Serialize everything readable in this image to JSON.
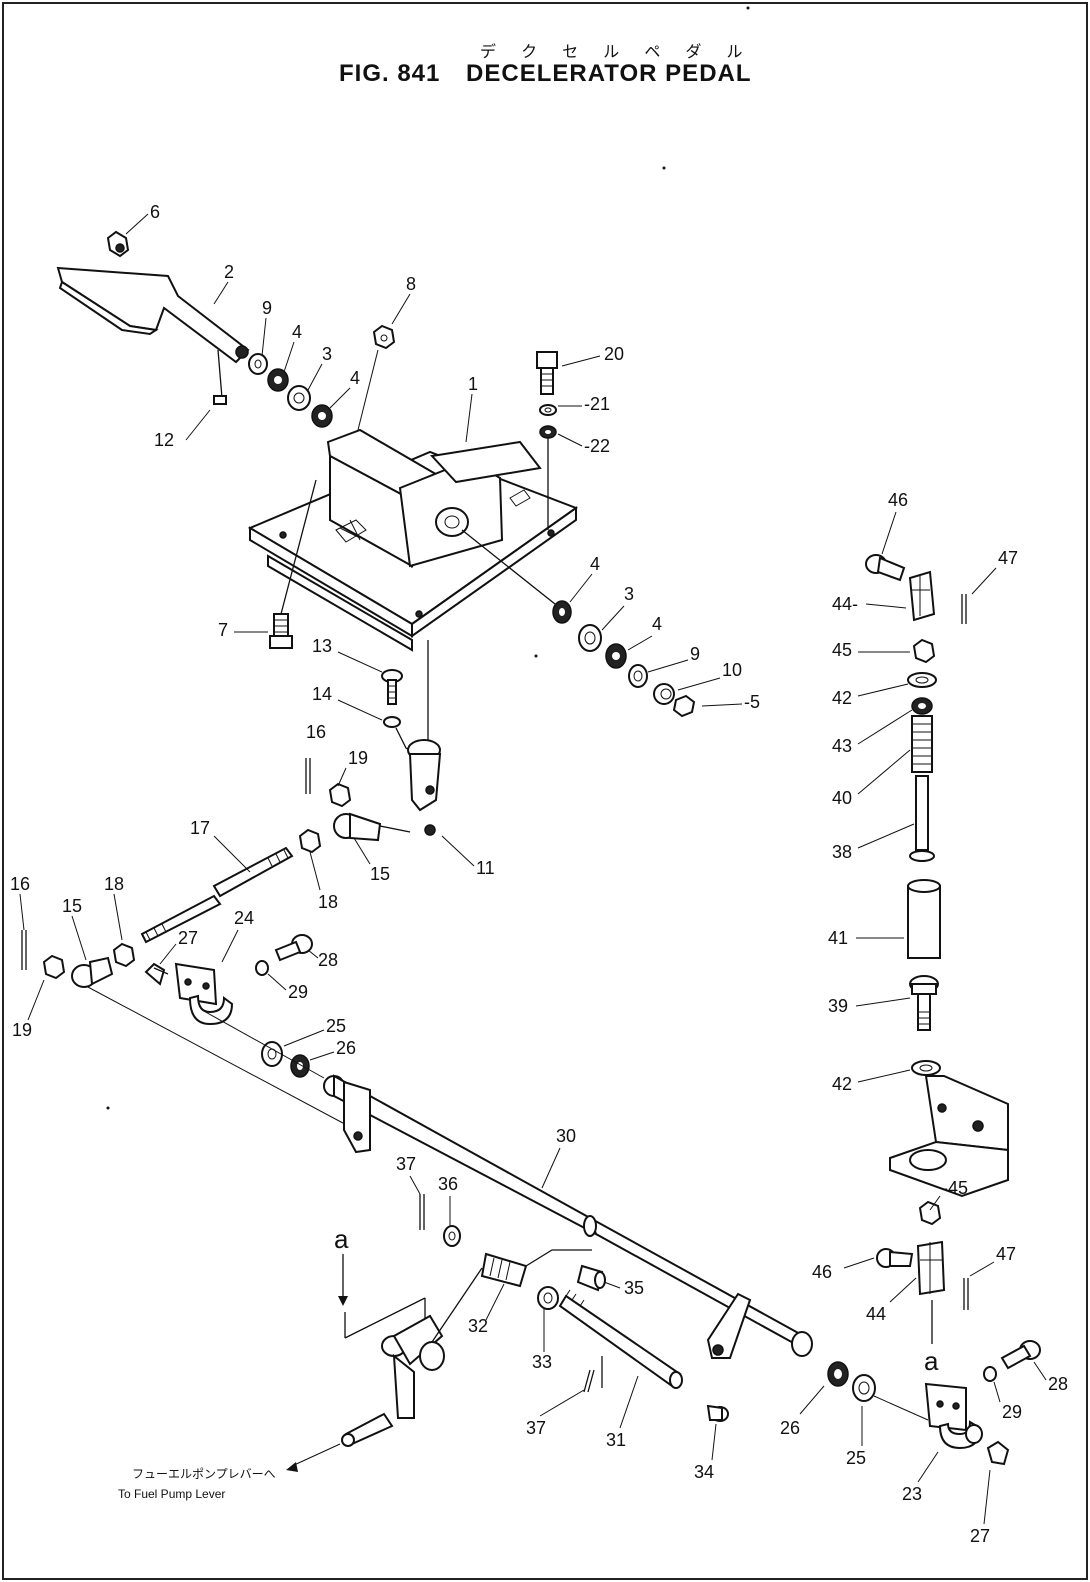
{
  "figure": {
    "jp_title": "デ ク セ ル  ペ ダ ル",
    "label": "FIG. 841",
    "name": "DECELERATOR PEDAL"
  },
  "callouts": {
    "c1": "1",
    "c2": "2",
    "c3a": "3",
    "c3b": "3",
    "c4a": "4",
    "c4b": "4",
    "c4c": "4",
    "c4d": "4",
    "c5": "-5",
    "c6": "6",
    "c7": "7",
    "c8": "8",
    "c9a": "9",
    "c9b": "9",
    "c10": "10",
    "c11": "11",
    "c12": "12",
    "c13": "13",
    "c14": "14",
    "c15a": "15",
    "c15b": "15",
    "c16a": "16",
    "c16b": "16",
    "c17": "17",
    "c18a": "18",
    "c18b": "18",
    "c19a": "19",
    "c19b": "19",
    "c20": "20",
    "c21": "-21",
    "c22": "-22",
    "c23": "23",
    "c24": "24",
    "c25a": "25",
    "c25b": "25",
    "c26a": "26",
    "c26b": "26",
    "c27a": "27",
    "c27b": "27",
    "c28a": "28",
    "c28b": "28",
    "c29a": "29",
    "c29b": "29",
    "c30": "30",
    "c31": "31",
    "c32": "32",
    "c33": "33",
    "c34": "34",
    "c35": "35",
    "c36": "36",
    "c37a": "37",
    "c37b": "37",
    "c38": "38",
    "c39": "39",
    "c40": "40",
    "c41": "41",
    "c42a": "42",
    "c42b": "42",
    "c43": "43",
    "c44a": "44-",
    "c44b": "44",
    "c45a": "45",
    "c45b": "-45",
    "c46a": "46",
    "c46b": "46",
    "c47a": "47",
    "c47b": "47"
  },
  "view_markers": {
    "a_left": "a",
    "a_right": "a"
  },
  "notes": {
    "fuel_jp": "フューエルポンプレバーへ",
    "fuel_en": "To Fuel Pump Lever"
  }
}
